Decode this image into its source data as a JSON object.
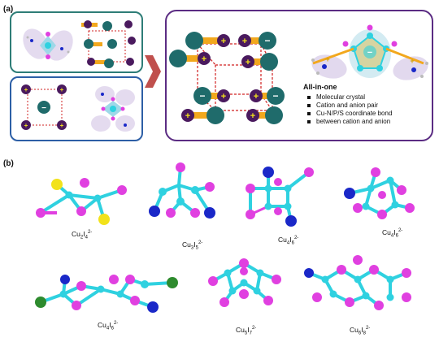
{
  "panel_a_label": "(a)",
  "panel_b_label": "(b)",
  "all_in_one": {
    "title": "All-in-one",
    "bullets": [
      "Molecular crystal",
      "Cation and anion pair",
      "Cu-N/P/S coordinate bond",
      "between cation and anion"
    ]
  },
  "clusters": [
    {
      "base": "Cu",
      "s1": "2",
      "mid": "I",
      "s2": "4",
      "charge": "2-"
    },
    {
      "base": "Cu",
      "s1": "3",
      "mid": "I",
      "s2": "5",
      "charge": "2-"
    },
    {
      "base": "Cu",
      "s1": "4",
      "mid": "I",
      "s2": "6",
      "charge": "2-"
    },
    {
      "base": "Cu",
      "s1": "4",
      "mid": "I",
      "s2": "6",
      "charge": "2-"
    },
    {
      "base": "Cu",
      "s1": "4",
      "mid": "I",
      "s2": "6",
      "charge": "2-"
    },
    {
      "base": "Cu",
      "s1": "5",
      "mid": "I",
      "s2": "7",
      "charge": "2-"
    },
    {
      "base": "Cu",
      "s1": "6",
      "mid": "I",
      "s2": "8",
      "charge": "2-"
    }
  ],
  "colors": {
    "green_border": "#2e7d77",
    "blue_border": "#2d5fa6",
    "purple_border": "#5b2c83",
    "arrow": "#c0504d",
    "cu_atom": "#2fd1e0",
    "i_atom": "#e040e0",
    "n_atom": "#1a28c8",
    "s_atom": "#f2e21a",
    "cl_atom": "#2e8b2e",
    "cation_sphere": "#4a1a5e",
    "anion_sphere": "#1f6b6b",
    "bar_yellow": "#f2a81d"
  }
}
